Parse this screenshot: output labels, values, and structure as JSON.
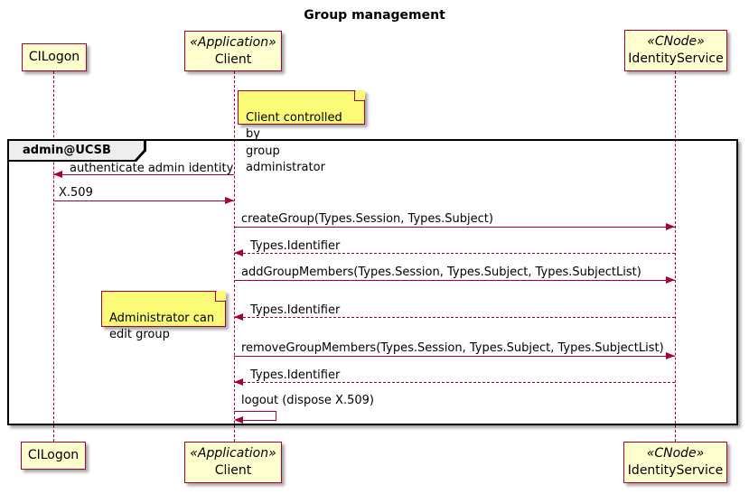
{
  "title": "Group management",
  "colors": {
    "accent": "#A80036",
    "participant_fill": "#FEFECE",
    "note_fill": "#FBFB77",
    "frame_tab_fill": "#EEEEEE"
  },
  "participants": {
    "cilogon": {
      "name": "CILogon"
    },
    "client": {
      "stereotype": "«Application»",
      "name": "Client"
    },
    "identity_service": {
      "stereotype": "«CNode»",
      "name": "IdentityService"
    }
  },
  "frame": {
    "label": "admin@UCSB"
  },
  "notes": {
    "client_note": "Client controlled by\ngroup administrator",
    "admin_note": "Administrator can\nedit group"
  },
  "messages": {
    "m1": "authenticate admin identity",
    "m2": "X.509",
    "m3": "createGroup(Types.Session, Types.Subject)",
    "m4": "Types.Identifier",
    "m5": "addGroupMembers(Types.Session, Types.Subject, Types.SubjectList)",
    "m6": "Types.Identifier",
    "m7": "removeGroupMembers(Types.Session, Types.Subject, Types.SubjectList)",
    "m8": "Types.Identifier",
    "m9": "logout (dispose X.509)"
  }
}
